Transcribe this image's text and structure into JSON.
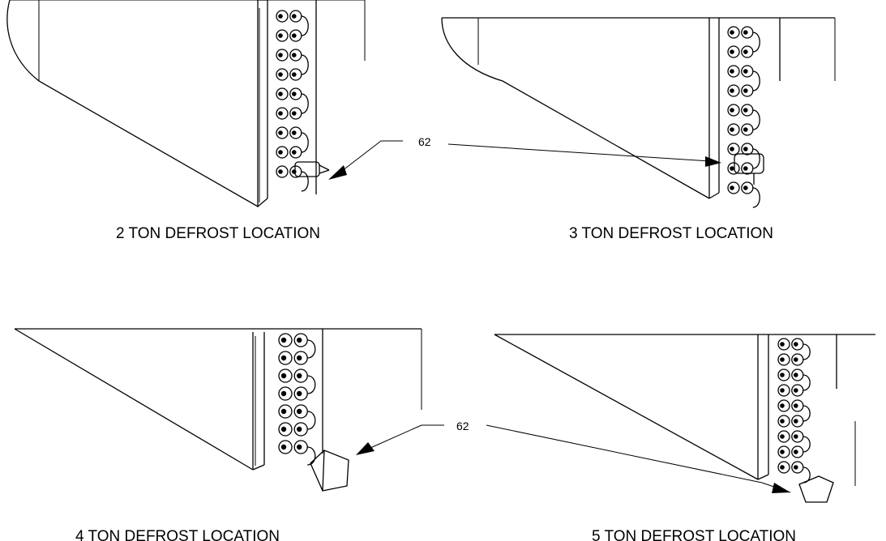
{
  "figure": {
    "callout_top": "62",
    "callout_bottom": "62",
    "panels": [
      {
        "id": "2-ton",
        "caption": "2 TON DEFROST LOCATION"
      },
      {
        "id": "3-ton",
        "caption": "3 TON DEFROST LOCATION"
      },
      {
        "id": "4-ton",
        "caption": "4 TON DEFROST LOCATION"
      },
      {
        "id": "5-ton",
        "caption": "5 TON DEFROST LOCATION"
      }
    ]
  },
  "colors": {
    "line": "#000000",
    "background": "#ffffff"
  }
}
